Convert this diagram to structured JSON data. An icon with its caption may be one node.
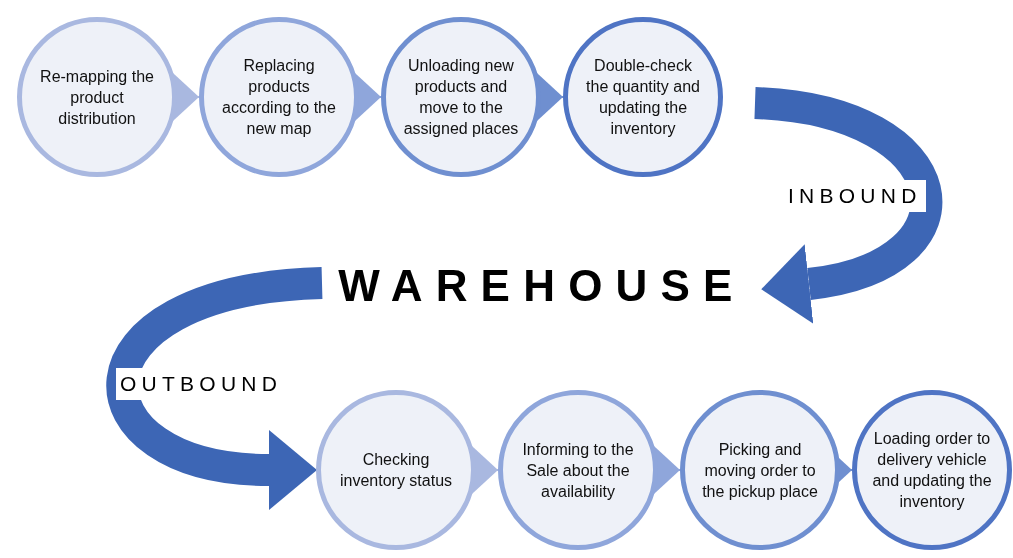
{
  "diagram": {
    "nodes": [
      {
        "text": [
          "Re-mapping the product distribution"
        ]
      },
      {
        "text": [
          "Replacing products according to the new map"
        ]
      },
      {
        "text": [
          "Unloading new products and move to the assigned places"
        ]
      },
      {
        "text": [
          "Double-check the quantity and updating the inventory"
        ]
      },
      {
        "text": [
          "WAREHOUSE"
        ]
      },
      {
        "text": [
          "Checking inventory status"
        ]
      },
      {
        "text": [
          "Informing to the Sale about the availability"
        ]
      },
      {
        "text": [
          "Picking and moving order to the pickup place"
        ]
      },
      {
        "text": [
          "Loading order to delivery vehicle and updating the inventory"
        ]
      }
    ],
    "edges": [
      {
        "from": 0,
        "to": 1,
        "arrow": "to",
        "color": "#a9b8e0"
      },
      {
        "from": 1,
        "to": 2,
        "arrow": "to",
        "color": "#8fa6db"
      },
      {
        "from": 2,
        "to": 3,
        "arrow": "to",
        "color": "#6f8fd0"
      },
      {
        "from": null,
        "to": 4,
        "arrow": "to",
        "label": "INBOUND",
        "style": "thick",
        "color": "#3d66b5"
      },
      {
        "from": 4,
        "to": 5,
        "arrow": "to",
        "label": "OUTBOUND",
        "style": "thick",
        "color": "#3d66b5"
      },
      {
        "from": 5,
        "to": 6,
        "arrow": "to",
        "color": "#a9b8e0"
      },
      {
        "from": 6,
        "to": 7,
        "arrow": "to",
        "color": "#8fa6db"
      },
      {
        "from": 7,
        "to": 8,
        "arrow": "to",
        "color": "#6f8fd0"
      }
    ]
  }
}
